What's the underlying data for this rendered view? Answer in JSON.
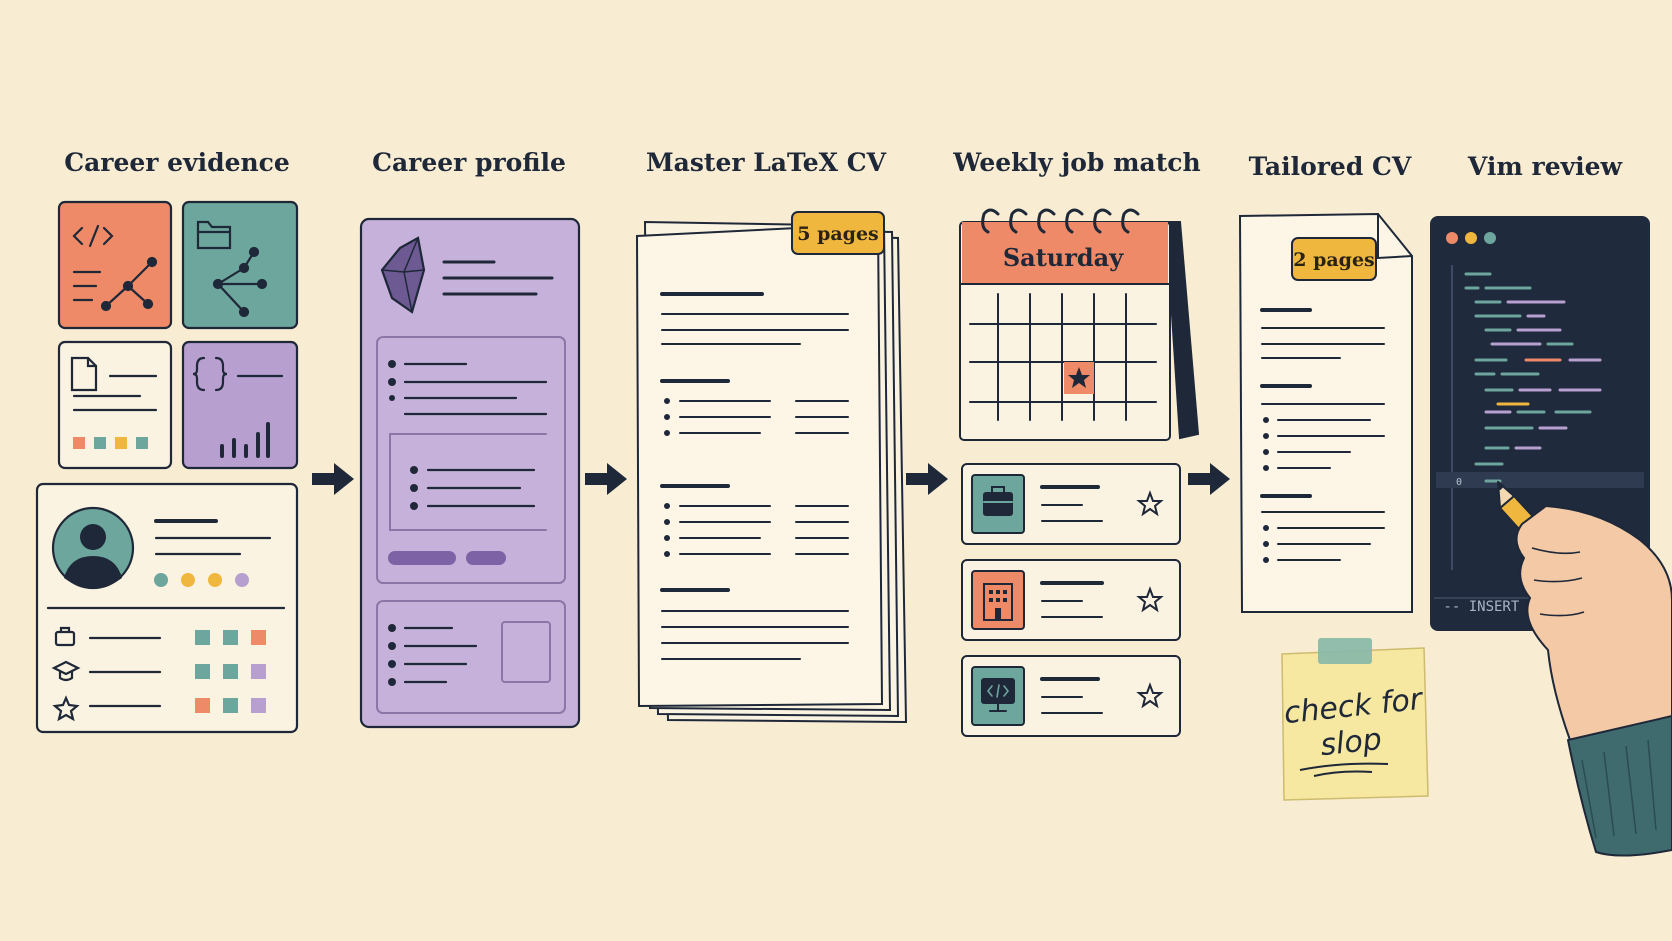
{
  "stages": [
    {
      "id": "career-evidence",
      "title": "Career evidence"
    },
    {
      "id": "career-profile",
      "title": "Career profile"
    },
    {
      "id": "master-cv",
      "title": "Master LaTeX CV",
      "badge": "5 pages"
    },
    {
      "id": "weekly-job-match",
      "title": "Weekly job match",
      "calendar_day": "Saturday"
    },
    {
      "id": "tailored-cv",
      "title": "Tailored CV",
      "badge": "2 pages"
    },
    {
      "id": "vim-review",
      "title": "Vim review",
      "mode": "-- INSERT --",
      "line_number": "0"
    }
  ],
  "sticky_note": {
    "line1": "check for",
    "line2": "slop"
  },
  "icons": {
    "evidence": [
      "code-icon",
      "graph-icon",
      "folder-icon",
      "document-icon",
      "braces-icon",
      "bar-chart-icon",
      "avatar-icon",
      "briefcase-icon",
      "graduation-cap-icon",
      "star-icon"
    ],
    "profile": [
      "obsidian-gem-icon"
    ],
    "jobs": [
      "briefcase-icon",
      "building-icon",
      "monitor-code-icon",
      "star-icon"
    ]
  },
  "colors": {
    "background": "#f8ecd3",
    "ink": "#1e2838",
    "orange": "#ee8a67",
    "teal": "#6da69c",
    "purple": "#c1aed6",
    "yellow": "#f0b73f",
    "vim_bg": "#1f2a3c",
    "sticky": "#f6e7a1",
    "tape": "#86b8a8"
  }
}
